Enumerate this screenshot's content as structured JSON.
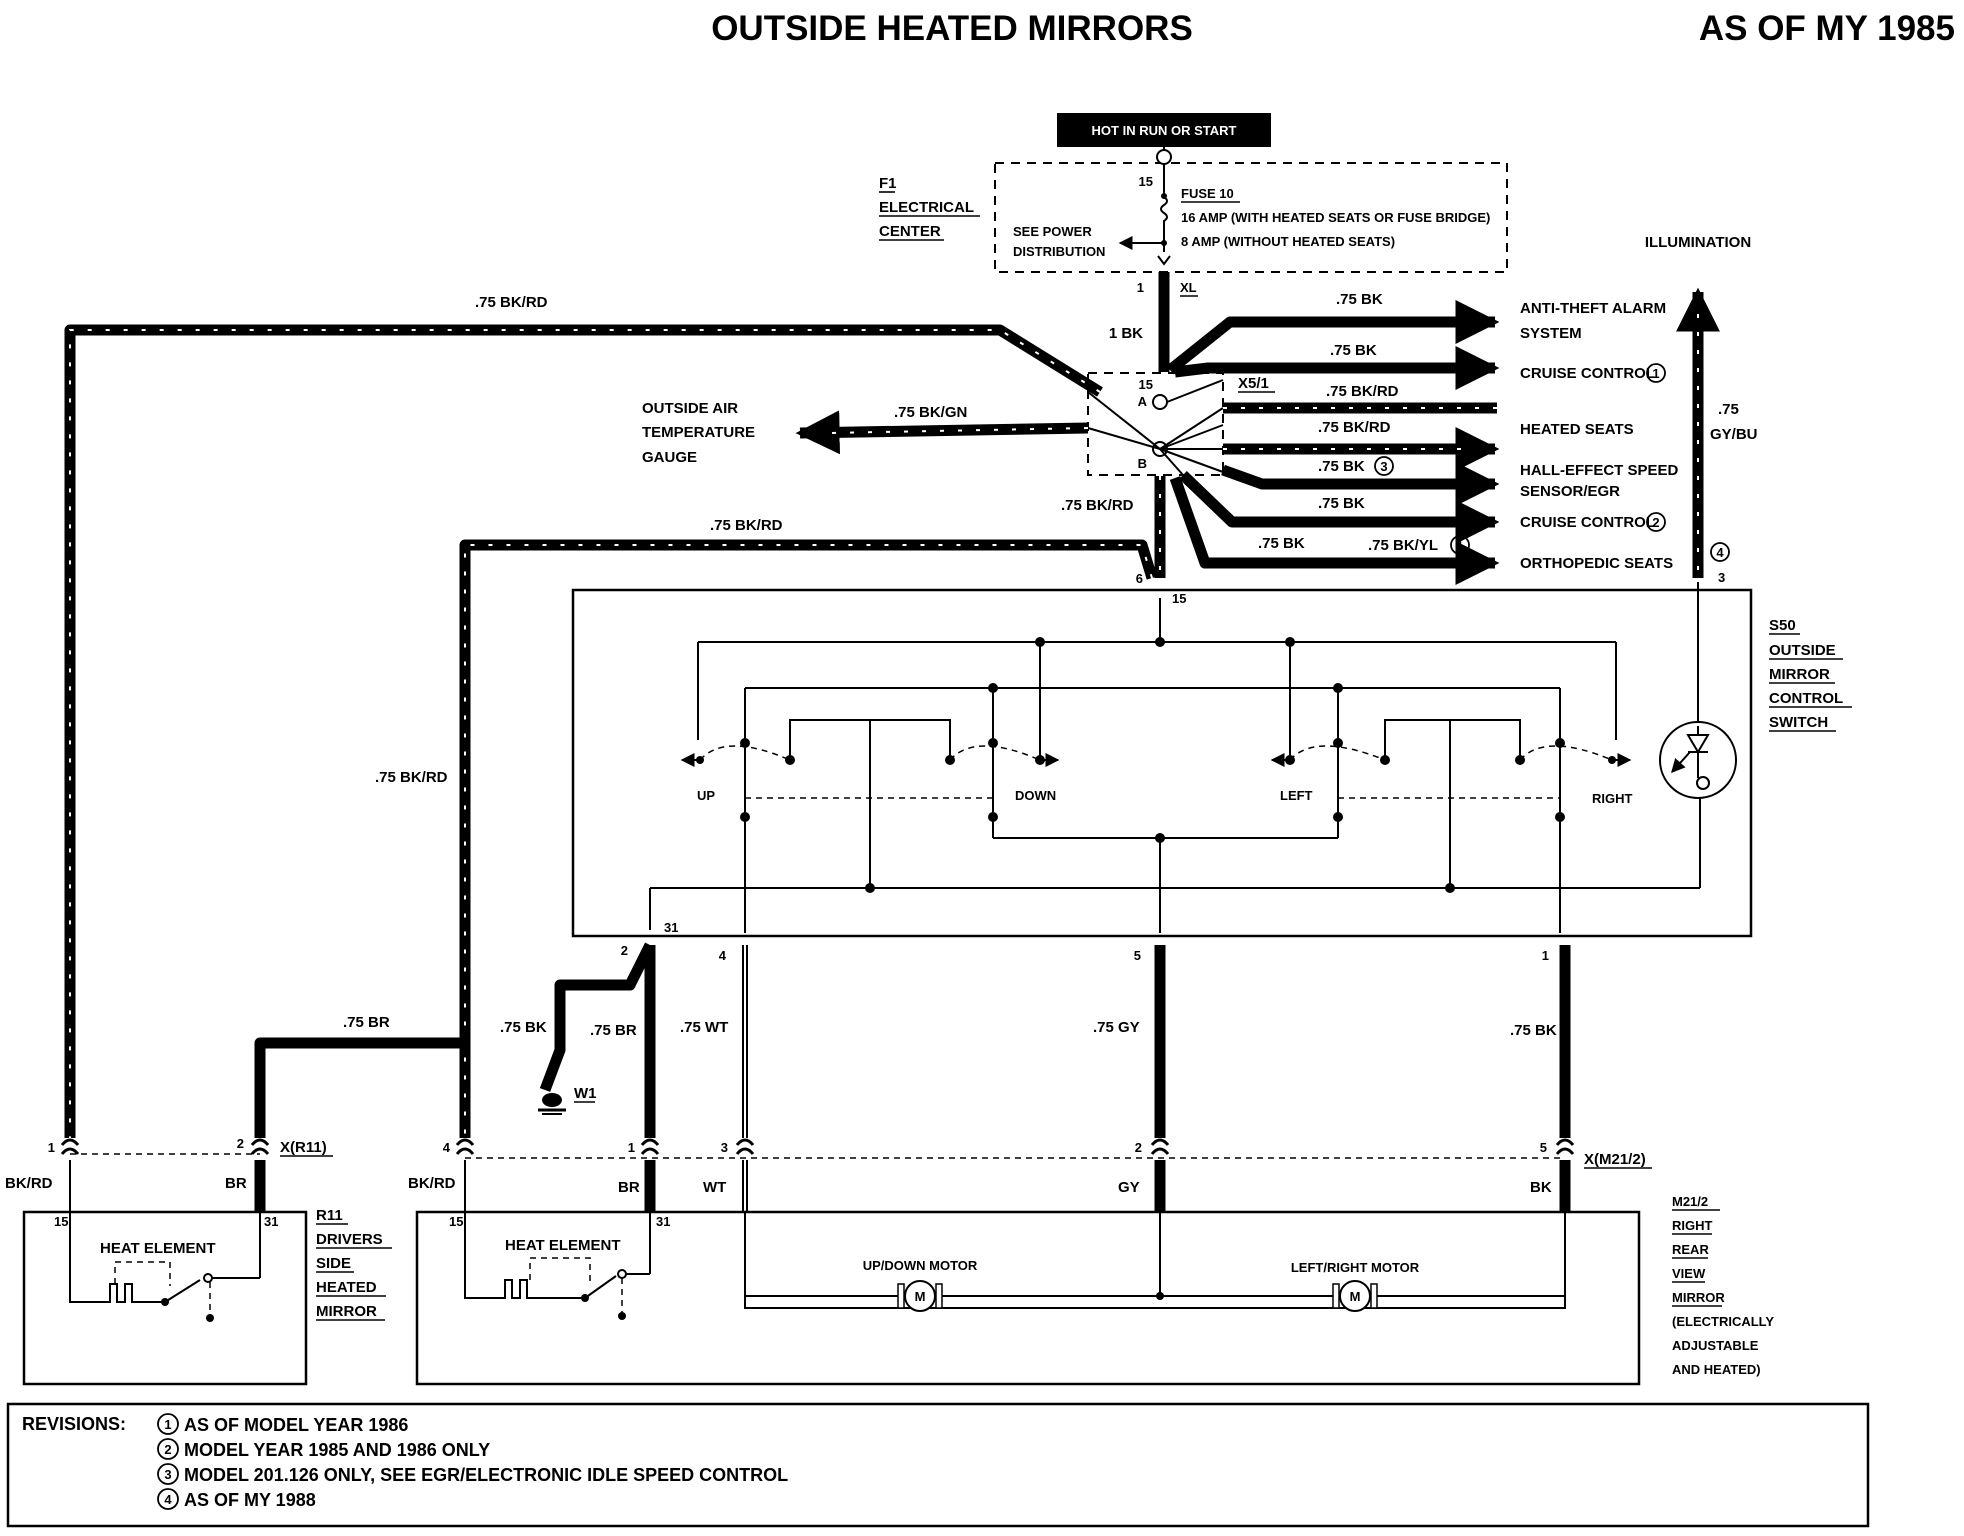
{
  "header": {
    "title": "OUTSIDE HEATED MIRRORS",
    "model_year": "AS OF MY 1985"
  },
  "power": {
    "hot_label": "HOT IN RUN OR START",
    "f1_lines": [
      "F1",
      "ELECTRICAL",
      "CENTER"
    ],
    "terminal_15": "15",
    "fuse_name": "FUSE 10",
    "fuse_line1": "16 AMP (WITH HEATED SEATS OR FUSE BRIDGE)",
    "fuse_line2": "8 AMP (WITHOUT HEATED SEATS)",
    "see_power": "SEE POWER",
    "distribution": "DISTRIBUTION",
    "pin_1": "1",
    "xl": "XL",
    "wire_1bk": "1 BK"
  },
  "connector_x51": {
    "name": "X5/1",
    "pin_15": "15",
    "pin_a": "A",
    "pin_b": "B"
  },
  "feeds": [
    {
      "wire": ".75 BK",
      "label1": "ANTI-THEFT ALARM",
      "label2": "SYSTEM"
    },
    {
      "wire": ".75 BK",
      "label1": "CRUISE CONTROL",
      "mark": "1"
    },
    {
      "wire": ".75 BK/RD",
      "label1": "HEATED SEATS"
    },
    {
      "wire": ".75 BK",
      "label1": "HALL-EFFECT SPEED",
      "label2": "SENSOR/EGR",
      "mark": "3"
    },
    {
      "wire": ".75 BK",
      "label1": "CRUISE CONTROL",
      "mark": "2"
    },
    {
      "wire": ".75 BK",
      "wire2": ".75 BK/YL",
      "label1": "ORTHOPEDIC SEATS",
      "mark": "1"
    }
  ],
  "outside_air": {
    "line1": "OUTSIDE AIR",
    "line2": "TEMPERATURE",
    "line3": "GAUGE",
    "wire": ".75 BK/GN"
  },
  "illumination": {
    "label": "ILLUMINATION",
    "wire1": ".75",
    "wire2": "GY/BU",
    "mark": "4",
    "pin": "3"
  },
  "wires": {
    "left_bkrd": ".75 BK/RD",
    "mid_bkrd": ".75 BK/RD",
    "inner_bkrd": ".75 BK/RD",
    "vert_bkrd": ".75 BK/RD",
    "br_left": ".75 BR",
    "bk_ground": ".75 BK",
    "br_right": ".75 BR",
    "wt": ".75 WT",
    "gy": ".75 GY",
    "bk_right": ".75 BK"
  },
  "switch_s50": {
    "name": "S50",
    "lines": [
      "OUTSIDE",
      "MIRROR",
      "CONTROL",
      "SWITCH"
    ],
    "up": "UP",
    "down": "DOWN",
    "left": "LEFT",
    "right": "RIGHT",
    "pin_6": "6",
    "pin_15": "15",
    "pin_2": "2",
    "pin_31": "31",
    "pin_4": "4",
    "pin_5": "5",
    "pin_1": "1"
  },
  "ground": {
    "name": "W1"
  },
  "connector_r11": {
    "name": "X(R11)",
    "pin_1": "1",
    "pin_2": "2",
    "wire_bkrd": "BK/RD",
    "wire_br": "BR"
  },
  "connector_m212": {
    "name": "X(M21/2)",
    "pin_4": "4",
    "pin_1": "1",
    "pin_3": "3",
    "pin_2": "2",
    "pin_5": "5",
    "wire_bkrd": "BK/RD",
    "wire_br": "BR",
    "wire_wt": "WT",
    "wire_gy": "GY",
    "wire_bk": "BK"
  },
  "r11": {
    "heat_element": "HEAT ELEMENT",
    "pin_15": "15",
    "pin_31": "31",
    "lines": [
      "R11",
      "DRIVERS",
      "SIDE",
      "HEATED",
      "MIRROR"
    ]
  },
  "m212": {
    "heat_element": "HEAT ELEMENT",
    "pin_15": "15",
    "pin_31": "31",
    "updown_motor": "UP/DOWN MOTOR",
    "leftright_motor": "LEFT/RIGHT MOTOR",
    "motor_symbol": "M",
    "lines": [
      "M21/2",
      "RIGHT",
      "REAR",
      "VIEW",
      "MIRROR",
      "(ELECTRICALLY",
      "ADJUSTABLE",
      "AND HEATED)"
    ]
  },
  "revisions": {
    "heading": "REVISIONS:",
    "items": [
      {
        "num": "1",
        "text": "AS OF MODEL YEAR 1986"
      },
      {
        "num": "2",
        "text": "MODEL YEAR 1985 AND 1986 ONLY"
      },
      {
        "num": "3",
        "text": "MODEL 201.126 ONLY, SEE EGR/ELECTRONIC IDLE SPEED CONTROL"
      },
      {
        "num": "4",
        "text": "AS OF MY 1988"
      }
    ]
  }
}
